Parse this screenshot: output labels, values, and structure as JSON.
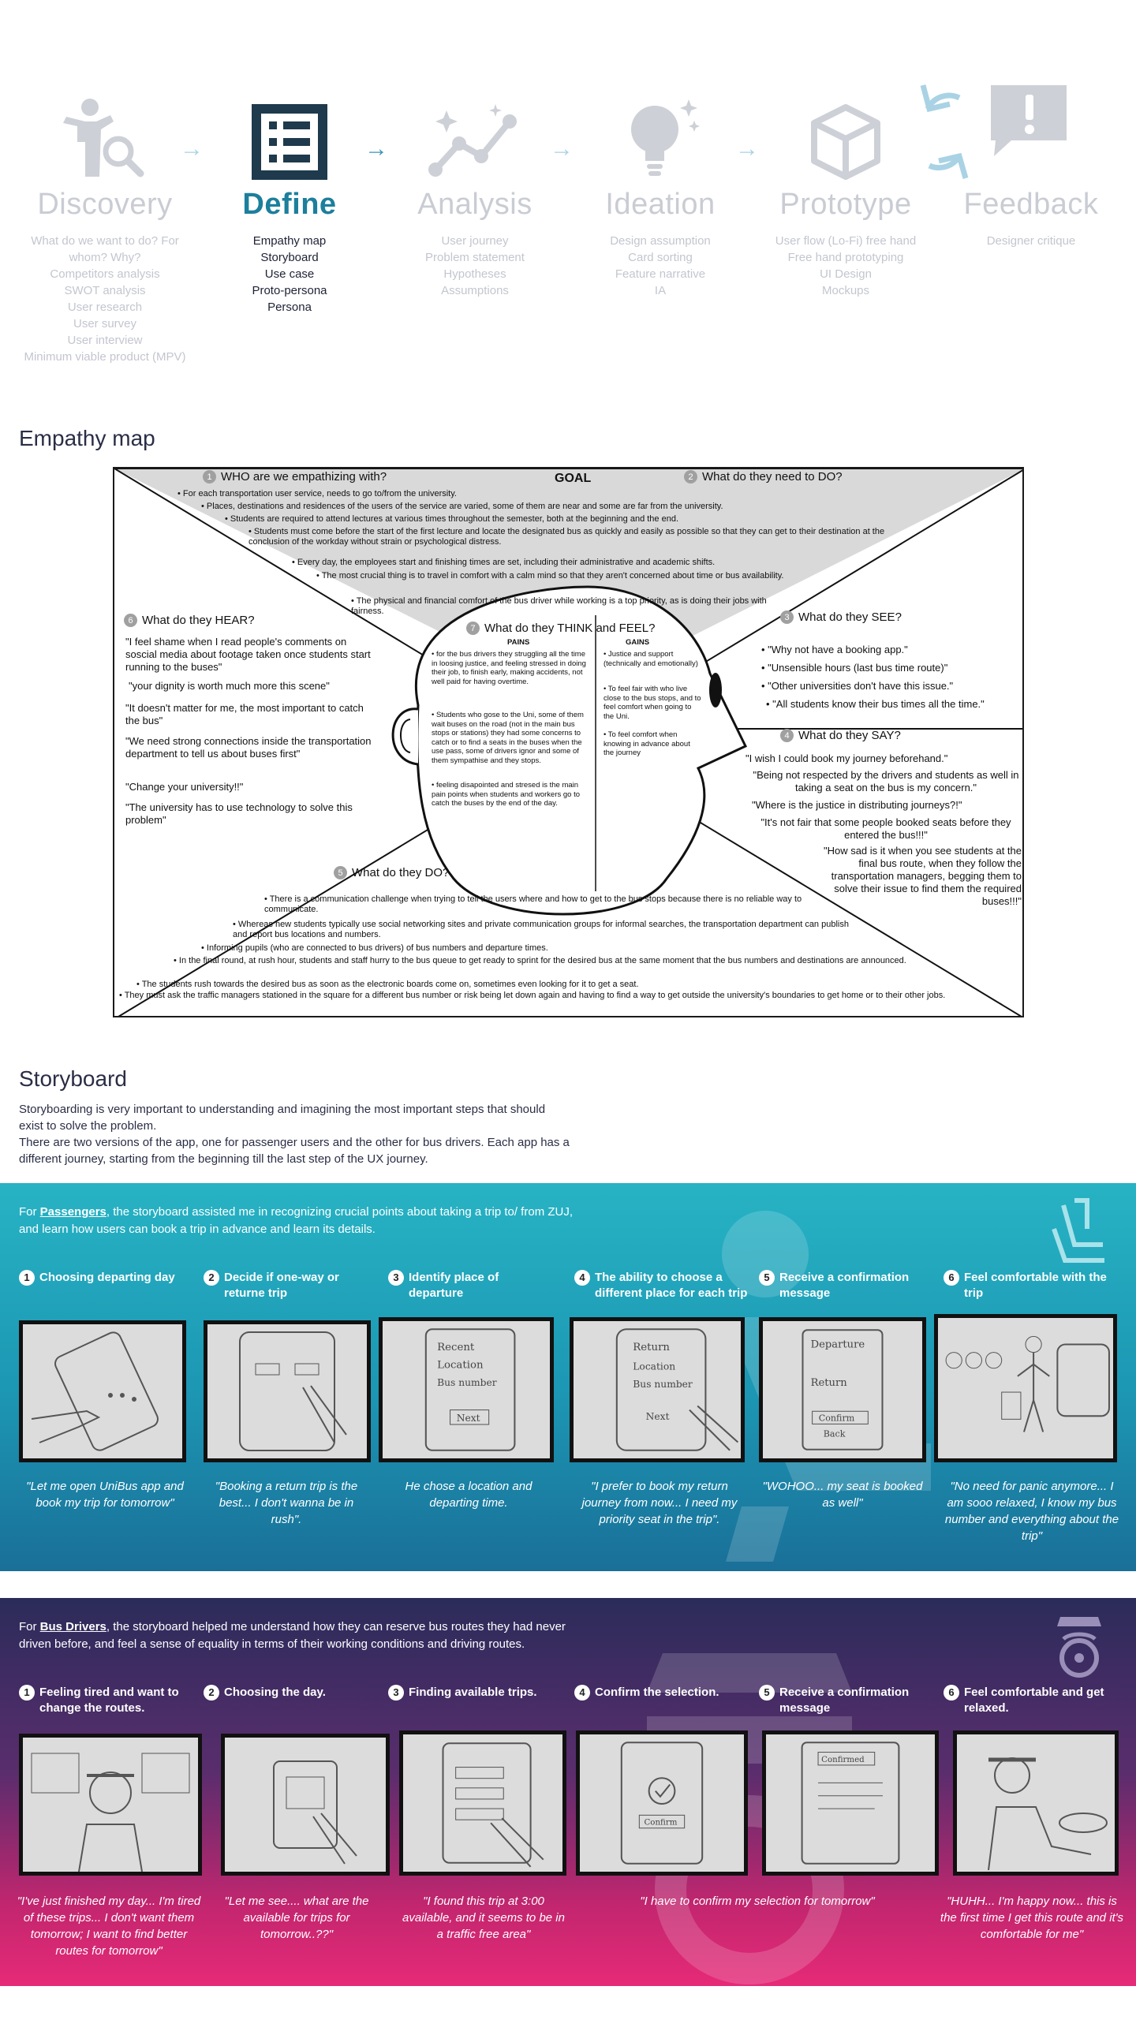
{
  "process": {
    "steps": [
      {
        "title": "Discovery",
        "items": [
          "What do we want to do? For whom? Why?",
          "Competitors analysis",
          "SWOT analysis",
          "User research",
          "User survey",
          "User interview",
          "Minimum viable product (MPV)"
        ]
      },
      {
        "title": "Define",
        "items": [
          "Empathy map",
          "Storyboard",
          "Use case",
          "Proto-persona",
          "Persona"
        ]
      },
      {
        "title": "Analysis",
        "items": [
          "User journey",
          "Problem statement",
          "Hypotheses",
          "Assumptions"
        ]
      },
      {
        "title": "Ideation",
        "items": [
          "Design assumption",
          "Card sorting",
          "Feature narrative",
          "IA"
        ]
      },
      {
        "title": "Prototype",
        "items": [
          "User flow (Lo-Fi) free hand",
          "Free hand prototyping",
          "UI Design",
          "Mockups"
        ]
      },
      {
        "title": "Feedback",
        "items": [
          "Designer critique"
        ]
      }
    ],
    "active_step": "Define",
    "colors": {
      "active": "#1c7f9c",
      "inactive": "#c9ccd3",
      "dark_icon": "#1e3a4c"
    }
  },
  "empathy": {
    "section_title": "Empathy map",
    "goal": "GOAL",
    "who": {
      "num": "1",
      "title": "WHO are we empathizing with?"
    },
    "need": {
      "num": "2",
      "title": "What do they need to DO?"
    },
    "see": {
      "num": "3",
      "title": "What do they SEE?"
    },
    "say": {
      "num": "4",
      "title": "What do they SAY?"
    },
    "do": {
      "num": "5",
      "title": "What do they DO?"
    },
    "hear": {
      "num": "6",
      "title": "What do they HEAR?"
    },
    "think": {
      "num": "7",
      "title": "What do they THINK and FEEL?",
      "pains_label": "PAINS",
      "gains_label": "GAINS"
    },
    "goal_bullets": [
      "• For each transportation user service, needs to go to/from the university.",
      "• Places, destinations and residences of the users of the service are varied, some of them are near and some are far from the university.",
      "• Students are required to attend lectures at various times throughout the semester, both at the beginning and the end.",
      "• Students must come before the start of the first lecture and locate the designated bus as quickly and easily as possible so that they can get to their destination at the conclusion of the workday without strain or psychological distress.",
      "• Every day, the employees start and finishing times are set, including their administrative and academic shifts.",
      "• The most crucial thing is to travel in comfort with a calm mind so that they aren't concerned about time or bus availability.",
      "• The physical and financial comfort of the bus driver while working is a top priority, as is doing their jobs with fairness."
    ],
    "hear_quotes": [
      "\"I feel shame when I read people's comments on soscial media about footage taken once students start running to the buses\"",
      "\"your dignity is worth much more this scene\"",
      "\"It doesn't matter for me, the most important to catch the bus\"",
      "\"We need strong connections inside the transportation department to tell us about buses first\"",
      "\"Change your university!!\"",
      "\"The university has to use technology to solve this problem\""
    ],
    "see_bullets": [
      "• \"Why not have a booking app.\"",
      "• \"Unsensible hours (last bus time route)\"",
      "• \"Other universities don't have this issue.\"",
      "• \"All students know their bus times all the time.\""
    ],
    "say_quotes": [
      "\"I wish I could book my journey beforehand.\"",
      "\"Being not respected by the drivers and students as well in taking a seat on the bus is my concern.\"",
      "\"Where is the justice in distributing journeys?!\"",
      "\"It's not fair that some people booked seats before they entered the bus!!!\"",
      "\"How sad is it when you see students at the final bus route, when they follow the transportation managers, begging them to solve their issue to find them the required buses!!!\""
    ],
    "pains": [
      "• for the bus drivers they struggling all the time in loosing justice, and feeling stressed in doing their job, to finish early, making accidents, not well paid for having overtime.",
      "• Students who gose to the Uni, some of them wait buses on the road (not in the main bus stops or stations) they had some concerns to catch or to find a seats in the buses when the use pass, some of drivers ignor and some of them sympathise and they stops.",
      "• feeling disapointed and stresed is the main pain points when students and workers go to catch the buses by the end of the day."
    ],
    "gains": [
      "• Justice and support (technically and emotionally)",
      "• To feel fair with who live close to the bus stops, and to feel comfort when going to the Uni.",
      "• To feel comfort when knowing in advance about the journey"
    ],
    "do_bullets": [
      "• There is a communication challenge when trying to tell the users where and how to get to the bus stops because there is no reliable way to communicate.",
      "• Whereas new students typically use social networking sites and private communication groups for informal searches, the transportation department can publish and report bus locations and numbers.",
      "• Informing pupils (who are connected to bus drivers) of bus numbers and departure times.",
      "• In the final round, at rush hour, students and staff hurry to the bus queue to get ready to sprint for the desired bus at the same moment that the bus numbers and destinations are announced.",
      "• The students rush towards the desired bus as soon as the electronic boards come on, sometimes even looking for it to get a seat.",
      "• They must ask the traffic managers stationed in the square for a different bus number or risk being let down again and having to find a way to get outside the university's boundaries to get home or to their other jobs."
    ]
  },
  "storyboard": {
    "section_title": "Storyboard",
    "intro_1": "Storyboarding is very important to understanding and imagining the most important steps that should exist to solve the problem.",
    "intro_2": "There are two versions of the app, one for passenger users and the other for bus drivers. Each app has a different journey, starting from the beginning till the last step of the UX journey.",
    "passengers": {
      "intro_prefix": "For ",
      "intro_bold": "Passengers",
      "intro_rest": ", the storyboard assisted me in recognizing crucial points about taking a trip to/ from ZUJ, and learn how users can book a trip in advance and learn its details.",
      "steps": [
        {
          "n": "1",
          "label": "Choosing departing day",
          "quote": "\"Let me open UniBus app and book my trip for tomorrow\""
        },
        {
          "n": "2",
          "label": "Decide if one-way or returne trip",
          "quote": "\"Booking a return trip is the best... I don't wanna be in rush\"."
        },
        {
          "n": "3",
          "label": "Identify place of departure",
          "quote": "He chose a location and departing time."
        },
        {
          "n": "4",
          "label": "The ability to choose a different place for each trip",
          "quote": "\"I prefer to book my return journey from now... I need my priority seat in the trip\"."
        },
        {
          "n": "5",
          "label": "Receive a confirmation message",
          "quote": "\"WOHOO... my seat is booked as well\""
        },
        {
          "n": "6",
          "label": "Feel comfortable with the trip",
          "quote": "\"No need for panic anymore... I am sooo relaxed, I know my bus number and everything about the trip\""
        }
      ],
      "sketch_texts": {
        "recent": "Recent",
        "location": "Location",
        "bus_number": "Bus number",
        "next": "Next",
        "return": "Return",
        "departure": "Departure",
        "back": "Back",
        "confirm": "Confirm"
      }
    },
    "drivers": {
      "intro_prefix": "For ",
      "intro_bold": "Bus Drivers",
      "intro_rest": ", the storyboard helped me understand how they can reserve bus routes they had never driven before, and feel a sense of equality in terms of their working conditions and driving routes.",
      "steps": [
        {
          "n": "1",
          "label": "Feeling tired and want to change the routes.",
          "quote": "\"I've just finished my day... I'm tired of these trips... I don't want them tomorrow; I want to find better routes for tomorrow\""
        },
        {
          "n": "2",
          "label": "Choosing the day.",
          "quote": "\"Let me see.... what are the available for trips for tomorrow..??\""
        },
        {
          "n": "3",
          "label": "Finding available trips.",
          "quote": "\"I found this trip at 3:00 available, and it seems to be in a traffic free area\""
        },
        {
          "n": "4",
          "label": "Confirm the selection.",
          "quote": "\"I have to confirm my selection for tomorrow\""
        },
        {
          "n": "5",
          "label": "Receive a confirmation message",
          "quote": ""
        },
        {
          "n": "6",
          "label": "Feel comfortable and get relaxed.",
          "quote": "\"HUHH... I'm happy now... this is the first time I get this route and it's comfortable for me\""
        }
      ],
      "sketch_texts": {
        "confirm": "Confirm",
        "confirmed": "Confirmed"
      }
    }
  },
  "icons": [
    "discovery-search-person-icon",
    "define-list-icon",
    "analysis-chart-icon",
    "ideation-bulb-icon",
    "prototype-cube-icon",
    "feedback-refresh-chat-icon",
    "passenger-seat-icon",
    "driver-steering-icon"
  ]
}
